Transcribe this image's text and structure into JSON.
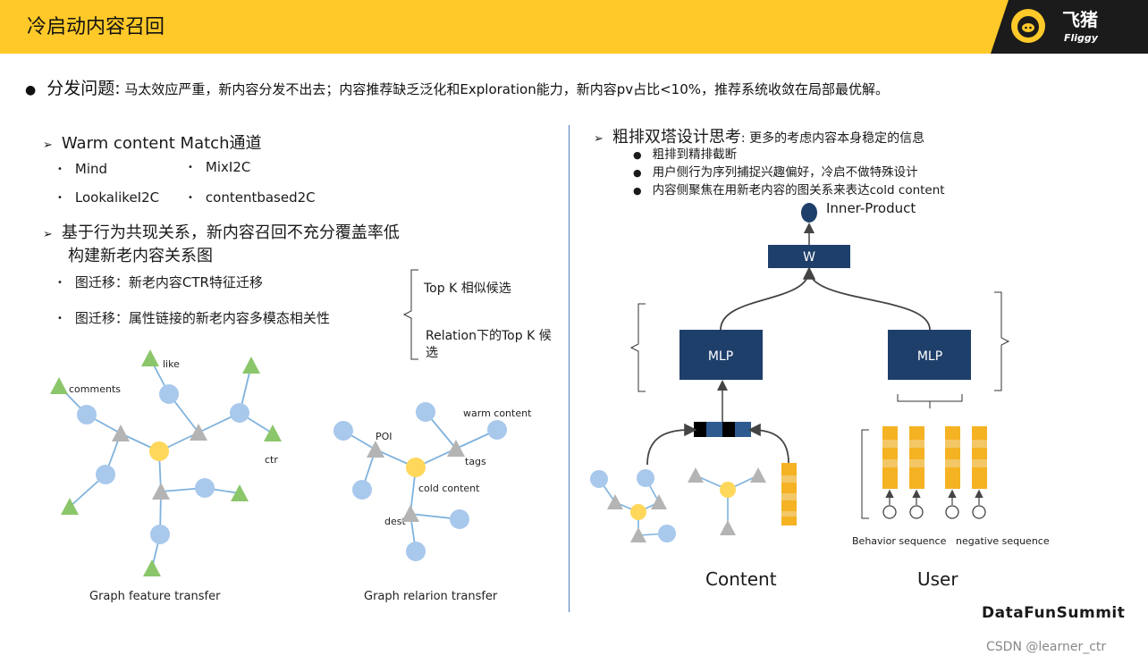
{
  "header": {
    "title": "冷启动内容召回"
  },
  "logo": {
    "brand_cn": "飞猪",
    "brand_en": "Fliggy"
  },
  "headline": {
    "lead": "分发问题:",
    "text": " 马太效应严重，新内容分发不出去；内容推荐缺乏泛化和Exploration能力，新内容pv占比<10%，推荐系统收敛在局部最优解。"
  },
  "left": {
    "section1": {
      "title": "Warm content Match通道",
      "items": [
        "Mind",
        "MixI2C",
        "LookalikeI2C",
        "contentbased2C"
      ]
    },
    "section2": {
      "title_line1": "基于行为共现关系，新内容召回不充分覆盖率低",
      "title_line2": "构建新老内容关系图",
      "items": [
        "图迁移：新老内容CTR特征迁移",
        "图迁移：属性链接的新老内容多模态相关性"
      ],
      "brace_notes": [
        "Top K 相似候选",
        "Relation下的Top K 候",
        "选"
      ]
    },
    "graph1": {
      "labels": [
        "like",
        "comments",
        "ctr"
      ],
      "caption": "Graph feature transfer"
    },
    "graph2": {
      "labels": [
        "warm content",
        "POI",
        "tags",
        "cold content",
        "dest"
      ],
      "caption": "Graph relarion transfer"
    }
  },
  "right": {
    "title": "粗排双塔设计思考",
    "subtitle": ": 更多的考虑内容本身稳定的信息",
    "bullets": [
      "粗排到精排截断",
      "用户侧行为序列捕捉兴趣偏好，冷启不做特殊设计",
      "内容侧聚焦在用新老内容的图关系来表达cold content"
    ],
    "diagram": {
      "inner_product": "Inner-Product",
      "w_label": "W",
      "mlp_left": "MLP",
      "mlp_right": "MLP",
      "behavior_sequence": "Behavior sequence",
      "negative_sequence": "negative sequence",
      "content_label": "Content",
      "user_label": "User"
    }
  },
  "footer": {
    "brand": "DataFunSummit",
    "watermark": "CSDN @learner_ctr"
  },
  "colors": {
    "header_yellow": "#ffc929",
    "node_blue": "#a8c8ec",
    "node_yellow": "#ffd75a",
    "node_gray": "#b4b4b4",
    "leaf_green": "#8cc66b",
    "dark_navy": "#1f3f6b",
    "seq_orange": "#f5b222",
    "divider_blue": "#4e7fc4"
  },
  "icons": [
    "pig-logo-icon",
    "bullet-dot-icon",
    "arrow-marker-icon"
  ]
}
